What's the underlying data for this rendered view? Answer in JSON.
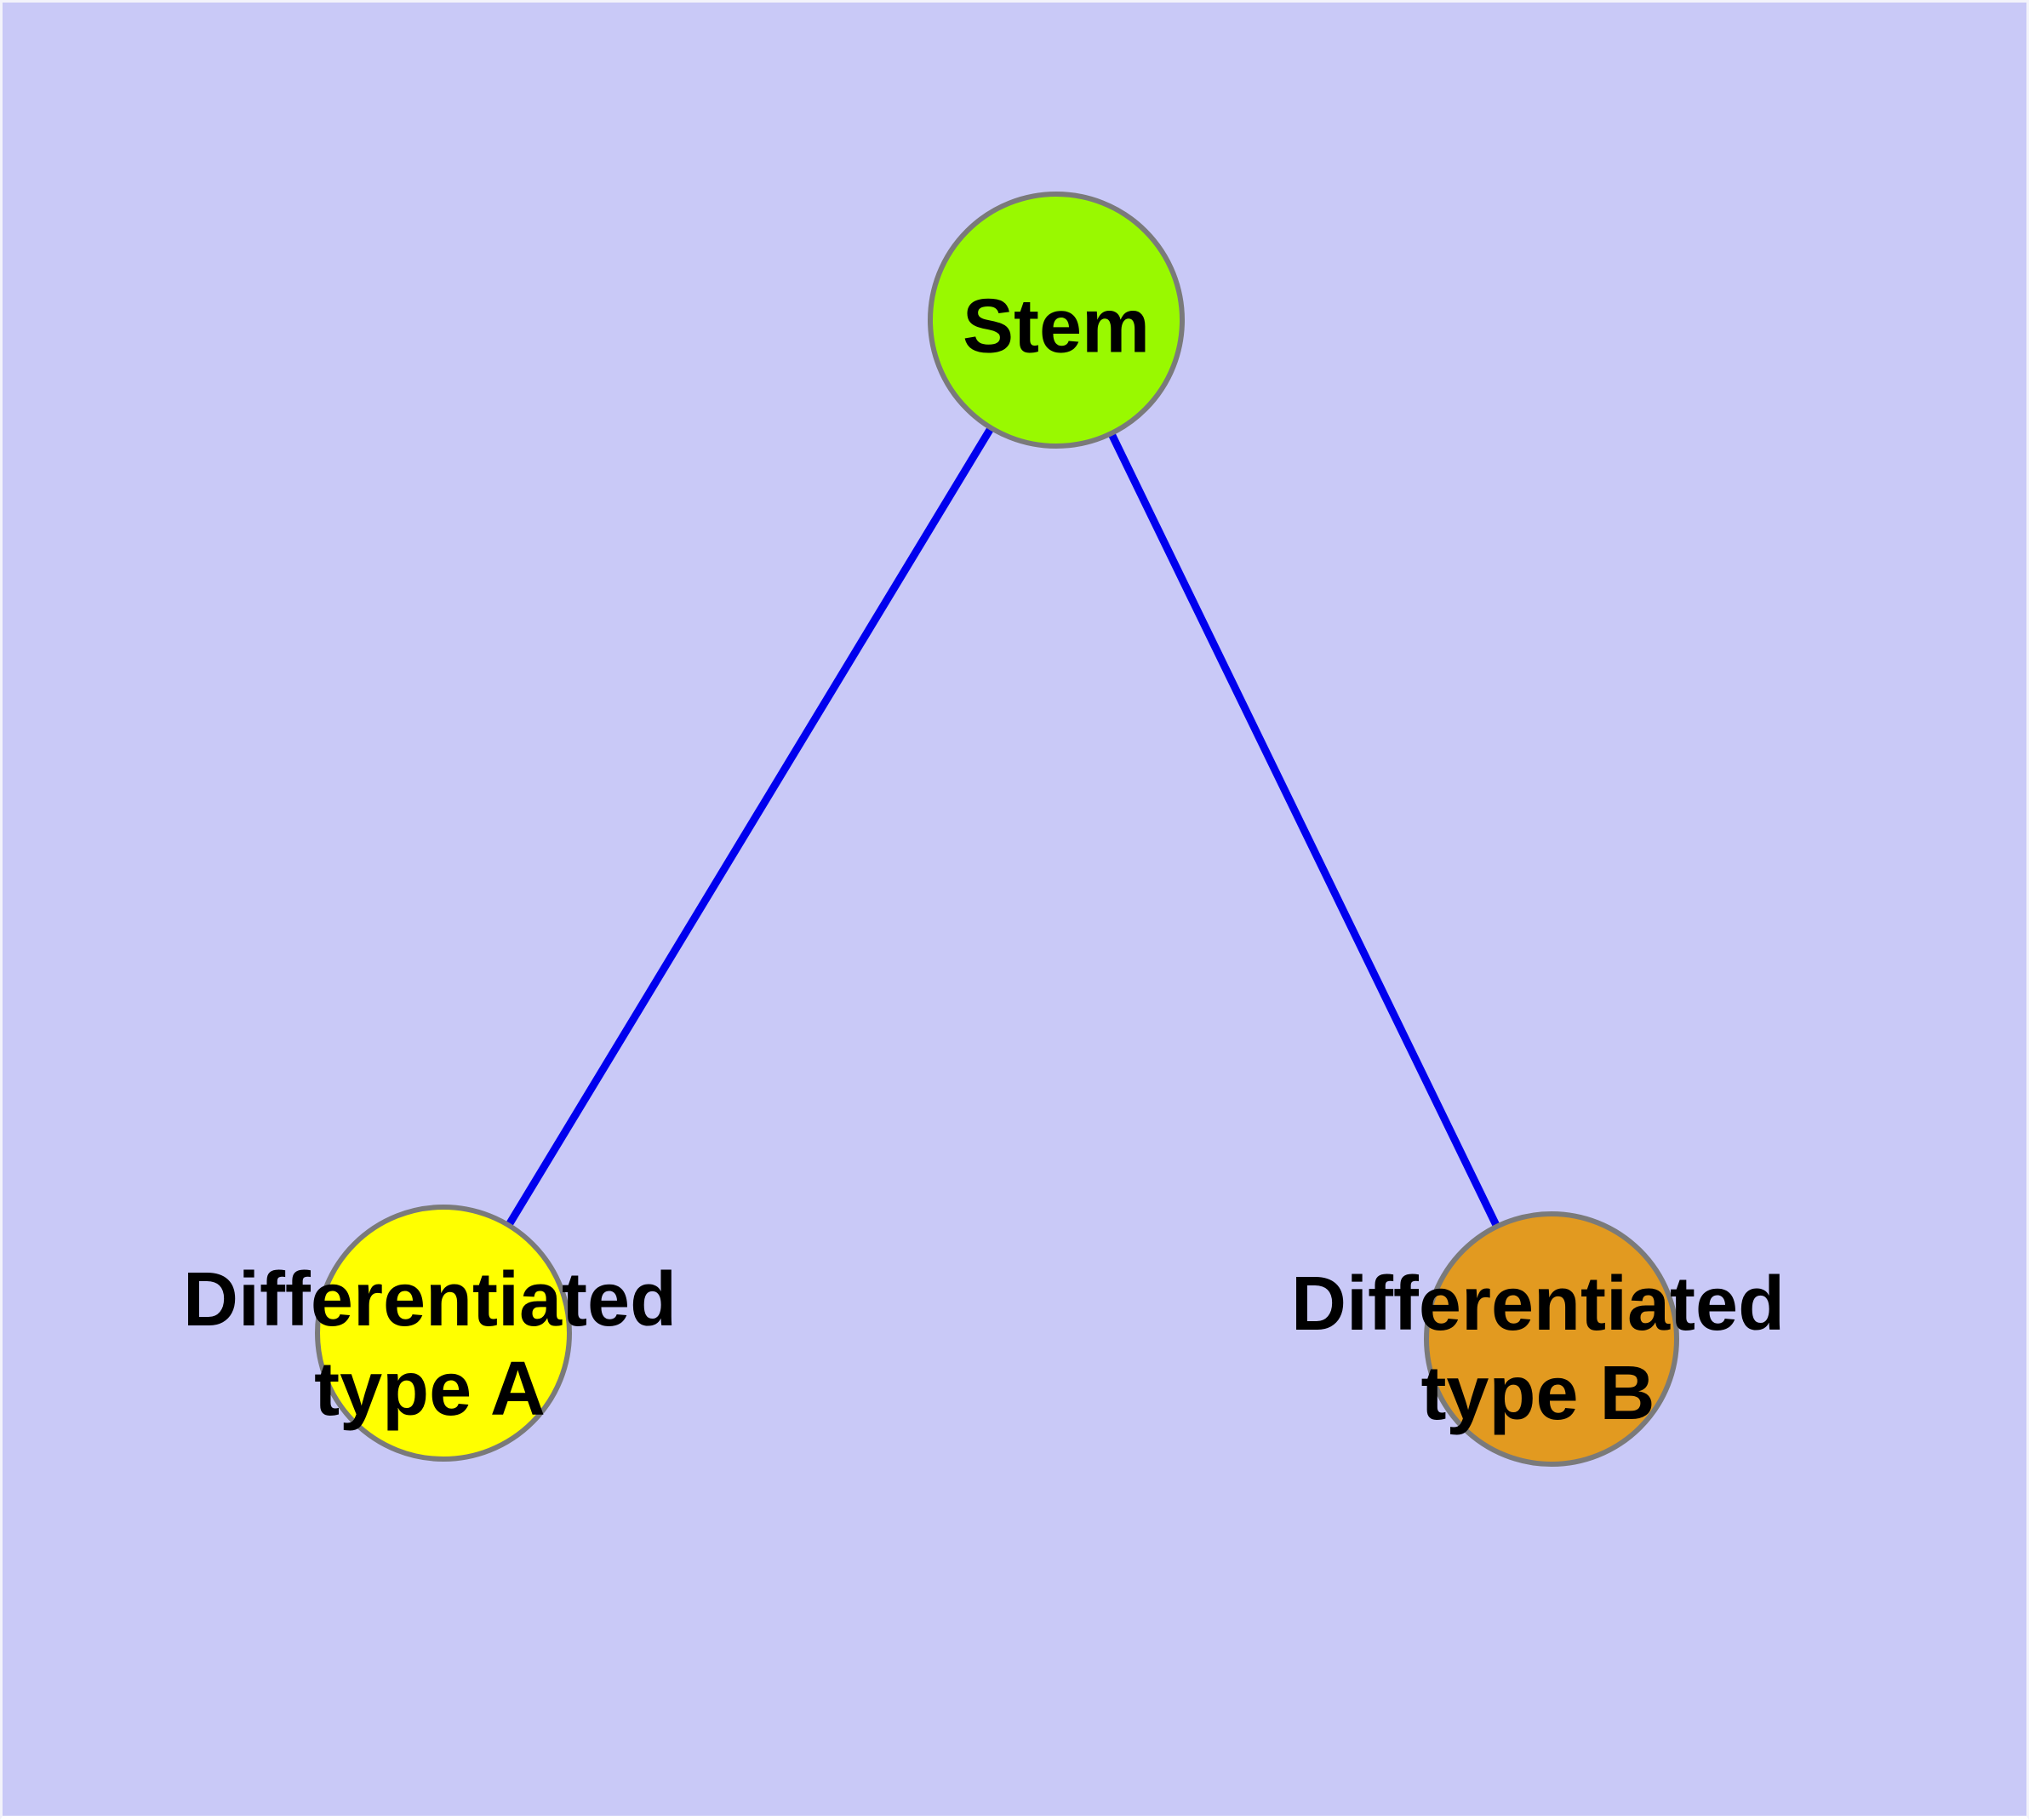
{
  "diagram": {
    "type": "graph",
    "background_color": "#c9c9f7",
    "edge_color": "#0000ee",
    "node_border_color": "#7a7a7a",
    "text_color": "#000000",
    "nodes": {
      "stem": {
        "label": "Stem",
        "label_lines": [
          "Stem"
        ],
        "fill": "#99f900"
      },
      "type_a": {
        "label": "Differentiated type A",
        "label_lines": [
          "Differentiated",
          "type A"
        ],
        "fill": "#ffff00"
      },
      "type_b": {
        "label": "Differentiated type B",
        "label_lines": [
          "Differentiated",
          "type B"
        ],
        "fill": "#e29a20"
      }
    },
    "edges": [
      {
        "from": "Stem",
        "to": "Differentiated type A"
      },
      {
        "from": "Stem",
        "to": "Differentiated type B"
      }
    ]
  }
}
